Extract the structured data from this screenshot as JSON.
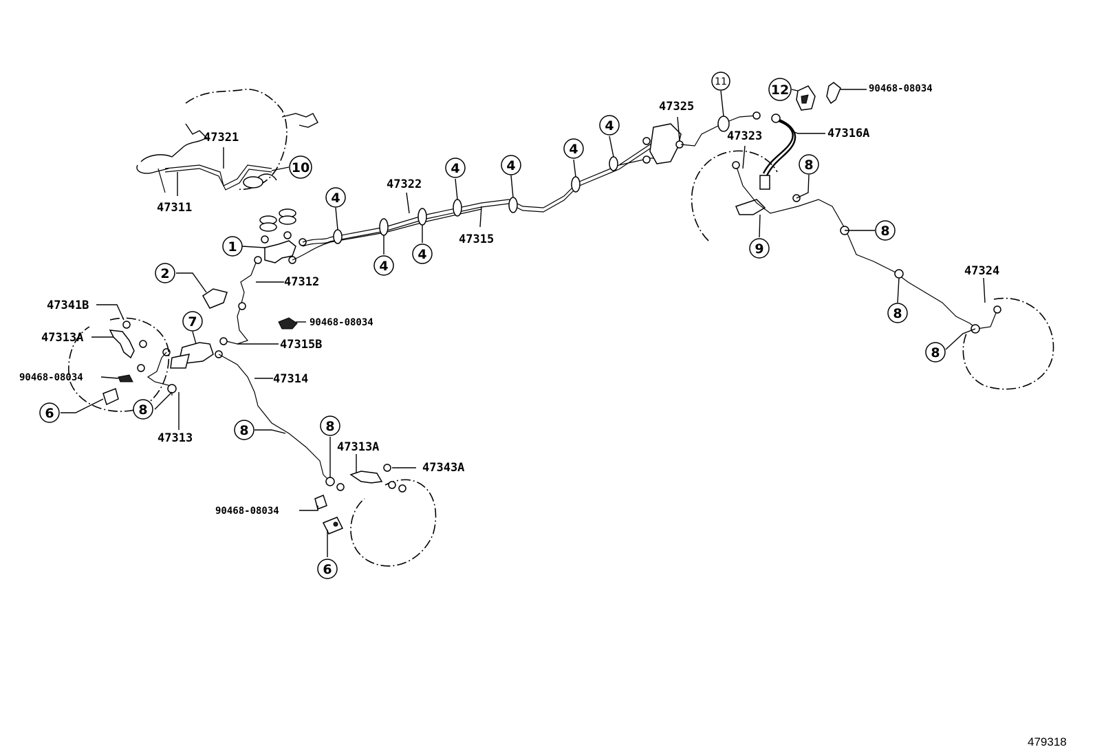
{
  "diagram": {
    "id_number": "479318",
    "part_labels": {
      "p47321": "47321",
      "p47311": "47311",
      "p47322": "47322",
      "p47315": "47315",
      "p47312": "47312",
      "p47341B": "47341B",
      "p47313A_left": "47313A",
      "p90468_left": "90468-08034",
      "p90468_mid": "90468-08034",
      "p47315B": "47315B",
      "p47314": "47314",
      "p47313": "47313",
      "p47313A_lower": "47313A",
      "p47343A": "47343A",
      "p90468_lower": "90468-08034",
      "p47325": "47325",
      "p47323": "47323",
      "p47316A": "47316A",
      "p90468_top": "90468-08034",
      "p47324": "47324"
    },
    "callouts": {
      "c1": "1",
      "c2": "2",
      "c4": "4",
      "c6": "6",
      "c7": "7",
      "c8": "8",
      "c9": "9",
      "c10": "10",
      "c11": "11",
      "c12": "12"
    }
  }
}
